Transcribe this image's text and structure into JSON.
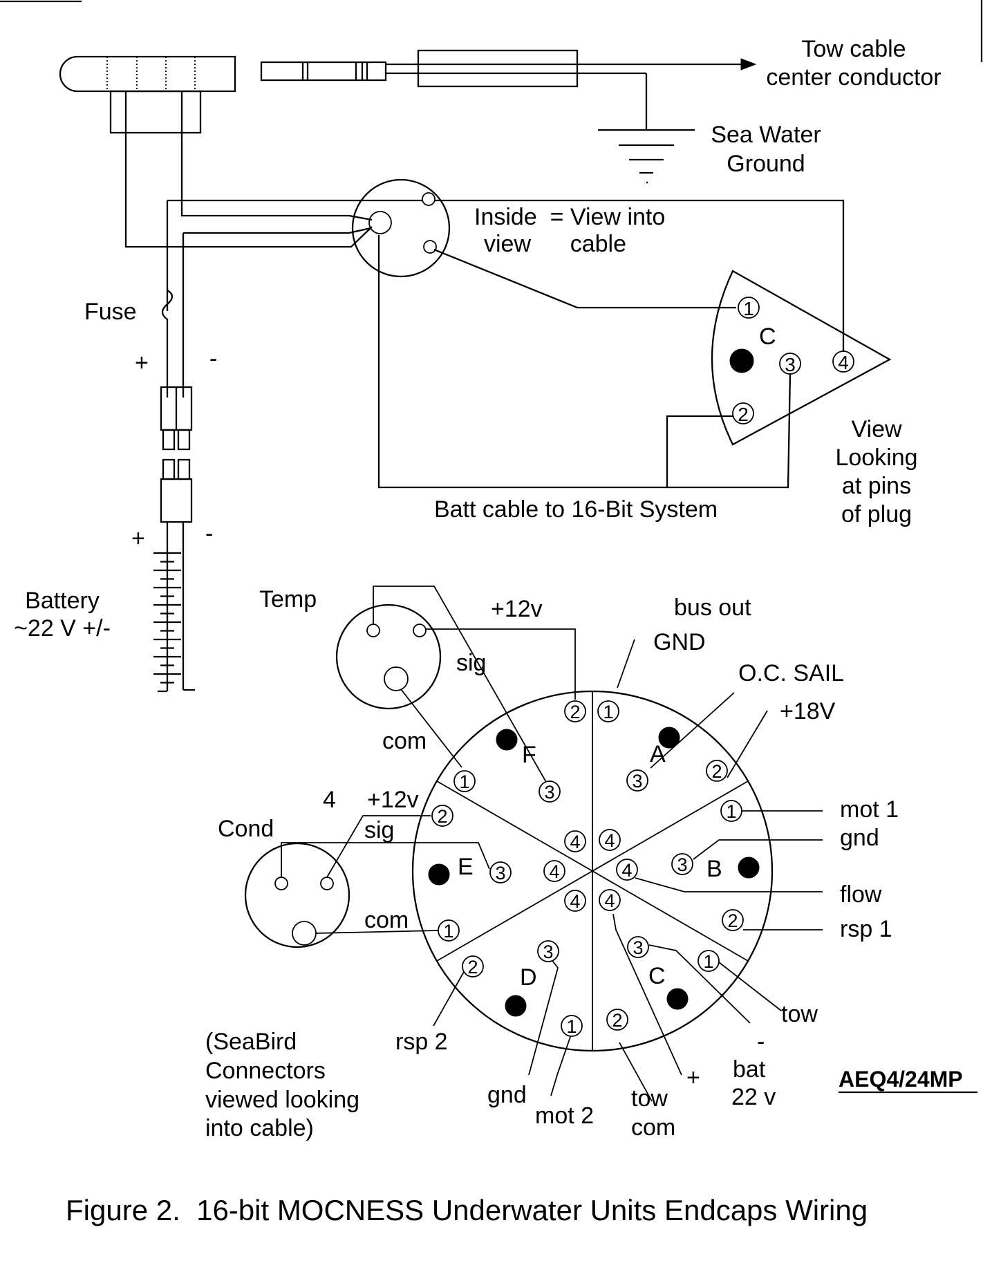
{
  "figure": {
    "caption": "Figure 2.  16-bit MOCNESS Underwater Units Endcaps Wiring",
    "model_tag": "AEQ4/24MP"
  },
  "top": {
    "tow_cable": [
      "Tow cable",
      "center conductor"
    ],
    "sea_water_ground": [
      "Sea Water",
      "Ground"
    ],
    "inside_view": [
      "Inside  = View into",
      "view      cable"
    ],
    "fuse": "Fuse",
    "plus_upper": "+",
    "minus_upper": "-",
    "plus_lower": "+",
    "minus_lower": "-",
    "battery": [
      "Battery",
      "~22 V +/-"
    ],
    "batt_cable": "Batt cable to 16-Bit System",
    "plug_letter": "C",
    "plug_pins": [
      "1",
      "2",
      "3",
      "4"
    ],
    "view_pins": [
      "View",
      "Looking",
      "at pins",
      "of plug"
    ]
  },
  "bottom": {
    "temp": "Temp",
    "temp_sig": "sig",
    "temp_com": "com",
    "cond": "Cond",
    "cond_sig": "sig",
    "cond_com": "com",
    "num_4": "4",
    "plus12v_top": "+12v",
    "plus12v_left": "+12v",
    "bus_out": "bus out",
    "gnd_top": "GND",
    "oc_sail": "O.C. SAIL",
    "plus18v": "+18V",
    "mot1": "mot 1",
    "gnd_right": "gnd",
    "flow": "flow",
    "rsp1": "rsp 1",
    "tow": "tow",
    "minus": "-",
    "bat": [
      "bat",
      "22 v"
    ],
    "plus": "+",
    "tow_com": [
      "tow",
      "com"
    ],
    "mot2": "mot 2",
    "gnd_bottom": "gnd",
    "rsp2": "rsp 2",
    "seabird_note": [
      "(SeaBird",
      "Connectors",
      "viewed looking",
      "into cable)"
    ],
    "sector_letters": [
      "A",
      "B",
      "C",
      "D",
      "E",
      "F"
    ],
    "pin_numbers": [
      "1",
      "2",
      "3",
      "4"
    ]
  }
}
